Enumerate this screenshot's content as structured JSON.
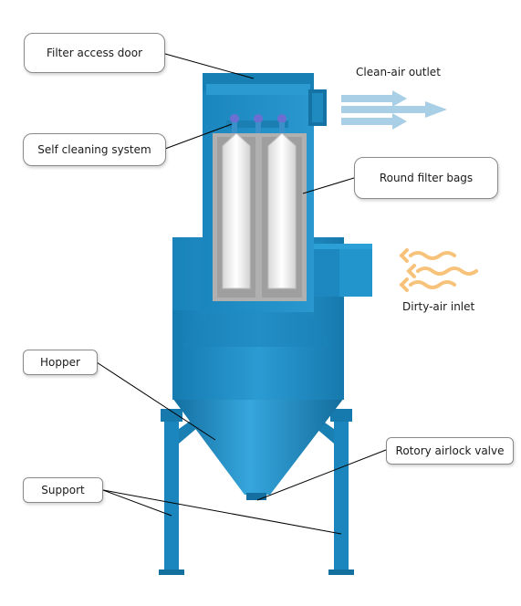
{
  "labels": {
    "filter_access_door": "Filter access door",
    "self_cleaning_system": "Self cleaning system",
    "round_filter_bags": "Round filter bags",
    "hopper": "Hopper",
    "support": "Support",
    "rotary_airlock_valve": "Rotory airlock valve",
    "clean_air_outlet": "Clean-air outlet",
    "dirty_air_inlet": "Dirty-air inlet"
  },
  "colors": {
    "body_blue": "#1e8cc4",
    "body_blue_dark": "#146fa0",
    "body_blue_light": "#3fa6d8",
    "clean_air_arrow": "#a9cfe6",
    "dirty_air_arrow": "#f7c27a",
    "filter_gray": "#b9b9b9",
    "filter_white": "#f4f4f4"
  }
}
